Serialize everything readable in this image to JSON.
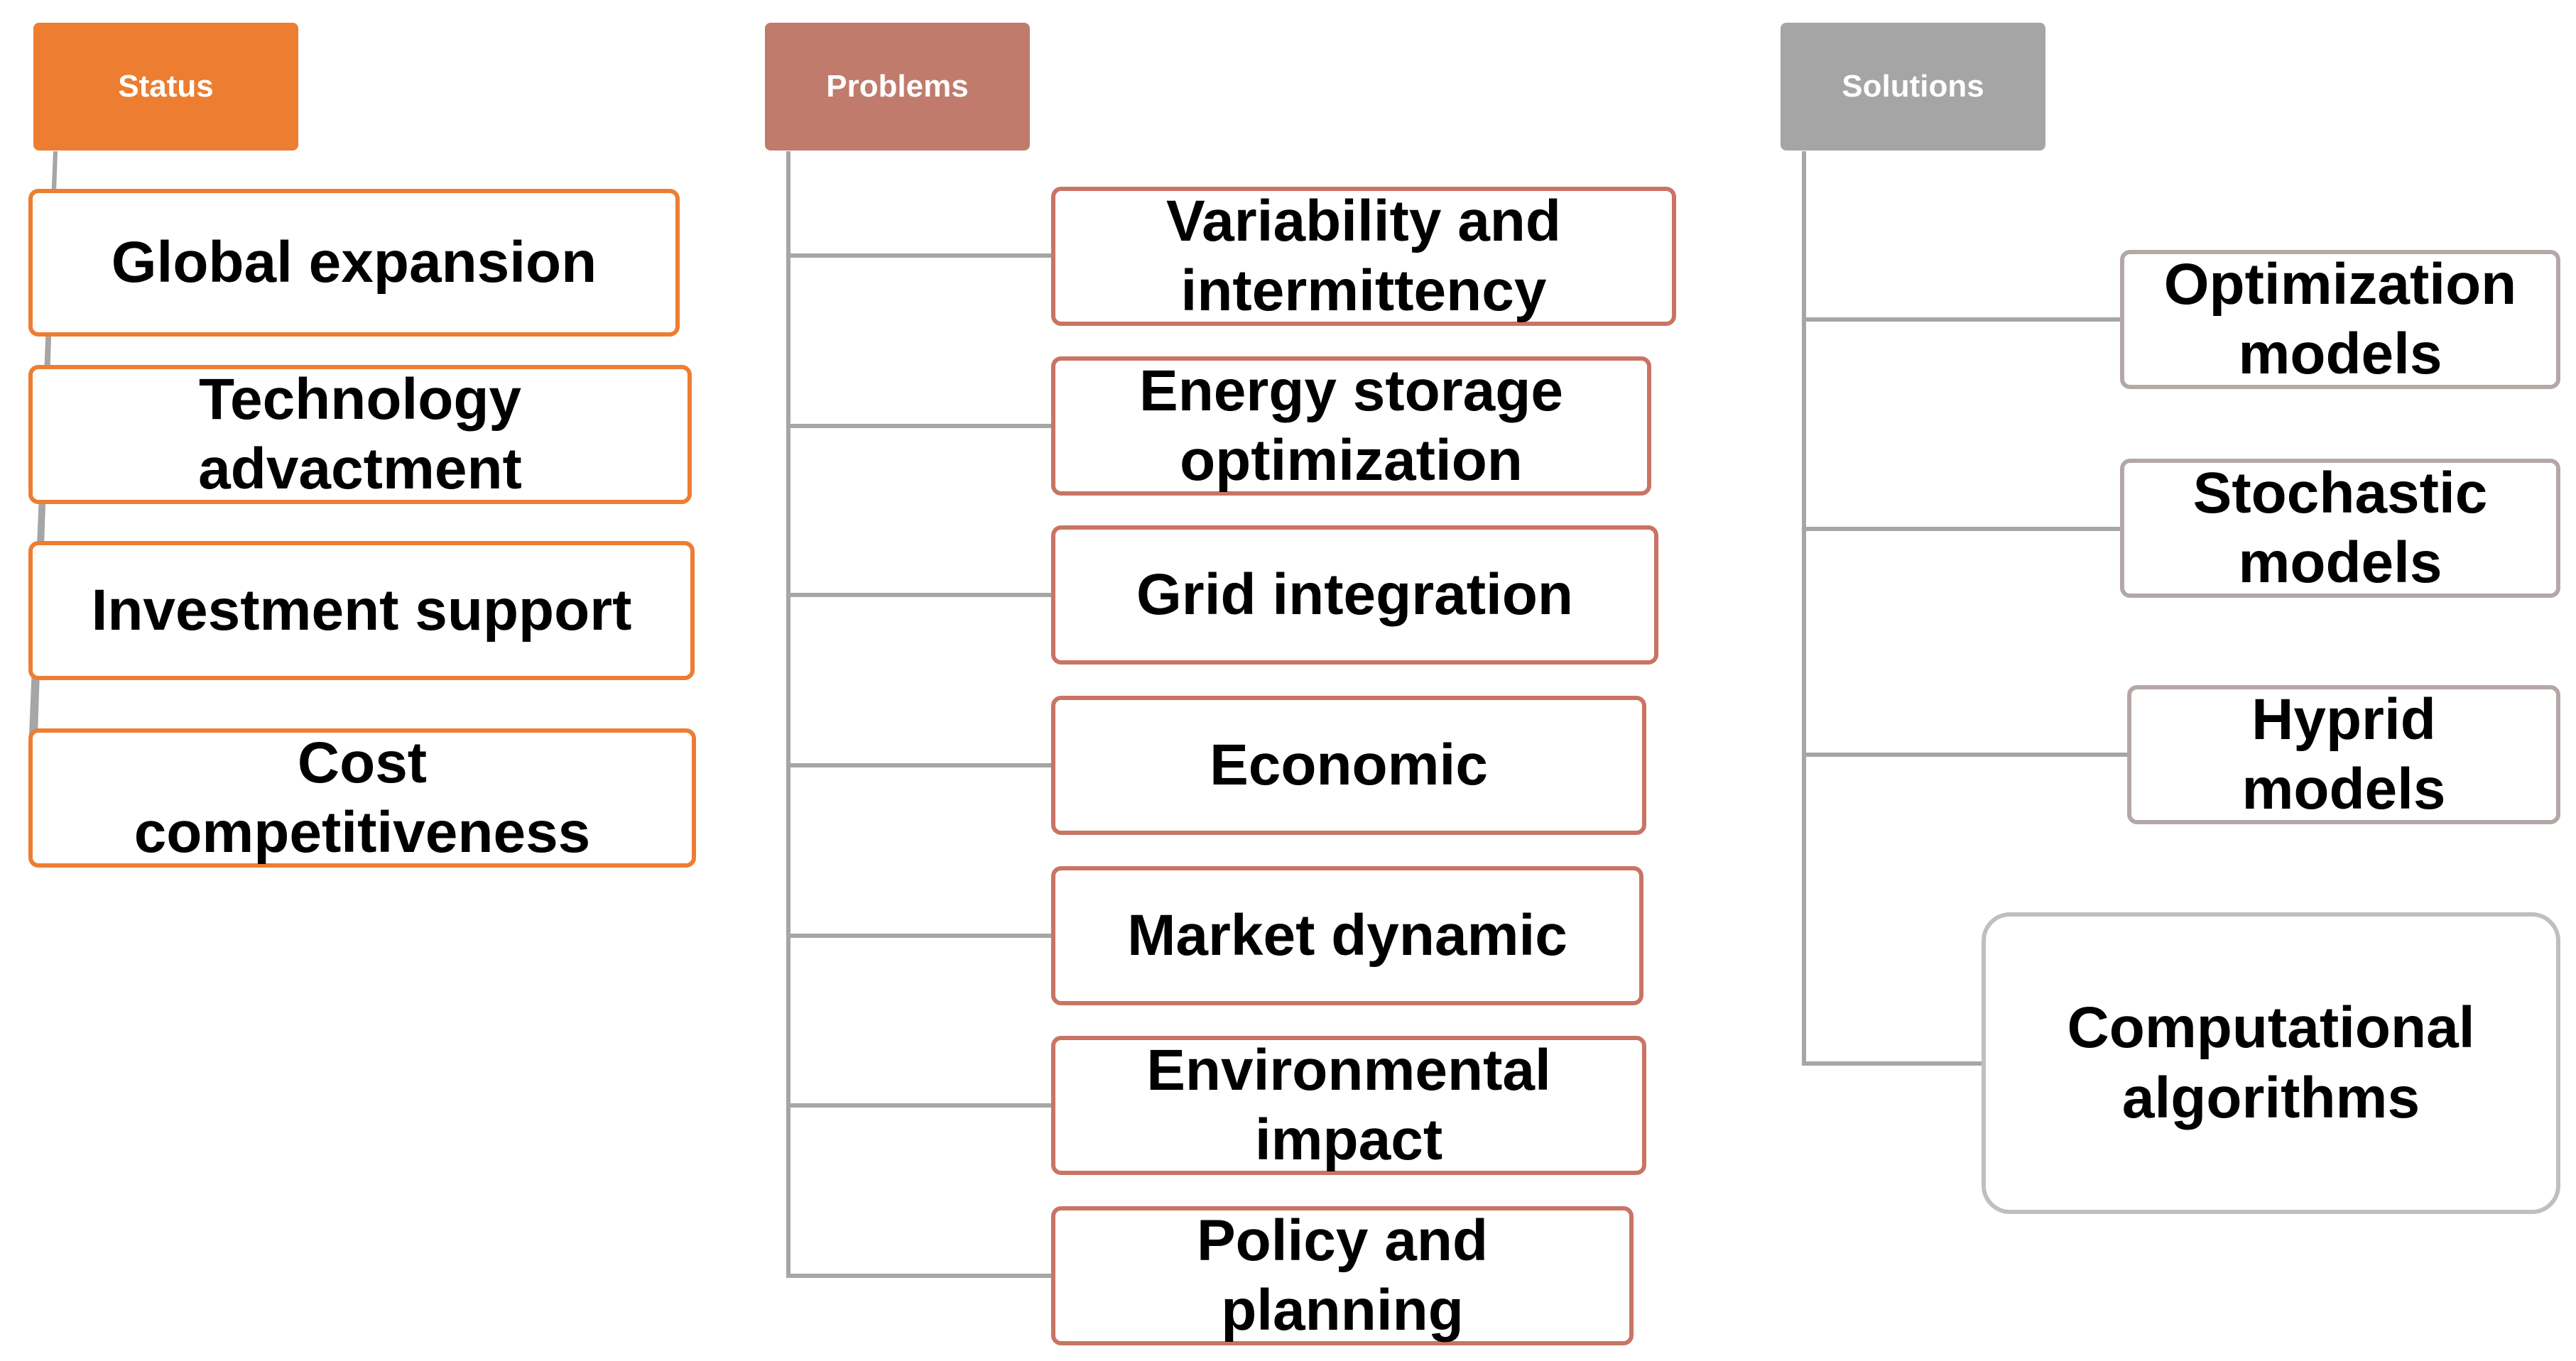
{
  "colors": {
    "status_header": "#ed7d31",
    "problems_header": "#c07b6c",
    "solutions_header": "#a5a5a5",
    "status_border": "#ed7d31",
    "problem_border": "#c97464",
    "solution_border": "#b6a7a7",
    "connector": "#a6a6a6"
  },
  "headers": {
    "status": "Status",
    "problems": "Problems",
    "solutions": "Solutions"
  },
  "status_items": [
    {
      "line1": "Global expansion",
      "line2": ""
    },
    {
      "line1": "Technology",
      "line2": "advactment"
    },
    {
      "line1": "Investment support",
      "line2": ""
    },
    {
      "line1": "Cost",
      "line2": "competitiveness"
    }
  ],
  "problem_items": [
    {
      "line1": "Variability and",
      "line2": "intermittency"
    },
    {
      "line1": "Energy storage",
      "line2": "optimization"
    },
    {
      "line1": "Grid integration",
      "line2": ""
    },
    {
      "line1": "Economic",
      "line2": ""
    },
    {
      "line1": "Market dynamic",
      "line2": ""
    },
    {
      "line1": "Environmental",
      "line2": "impact"
    },
    {
      "line1": "Policy and",
      "line2": "planning"
    }
  ],
  "solution_items": [
    {
      "line1": "Optimization",
      "line2": "models"
    },
    {
      "line1": "Stochastic",
      "line2": "models"
    },
    {
      "line1": "Hyprid",
      "line2": "models"
    },
    {
      "line1": "Computational",
      "line2": "algorithms"
    }
  ]
}
